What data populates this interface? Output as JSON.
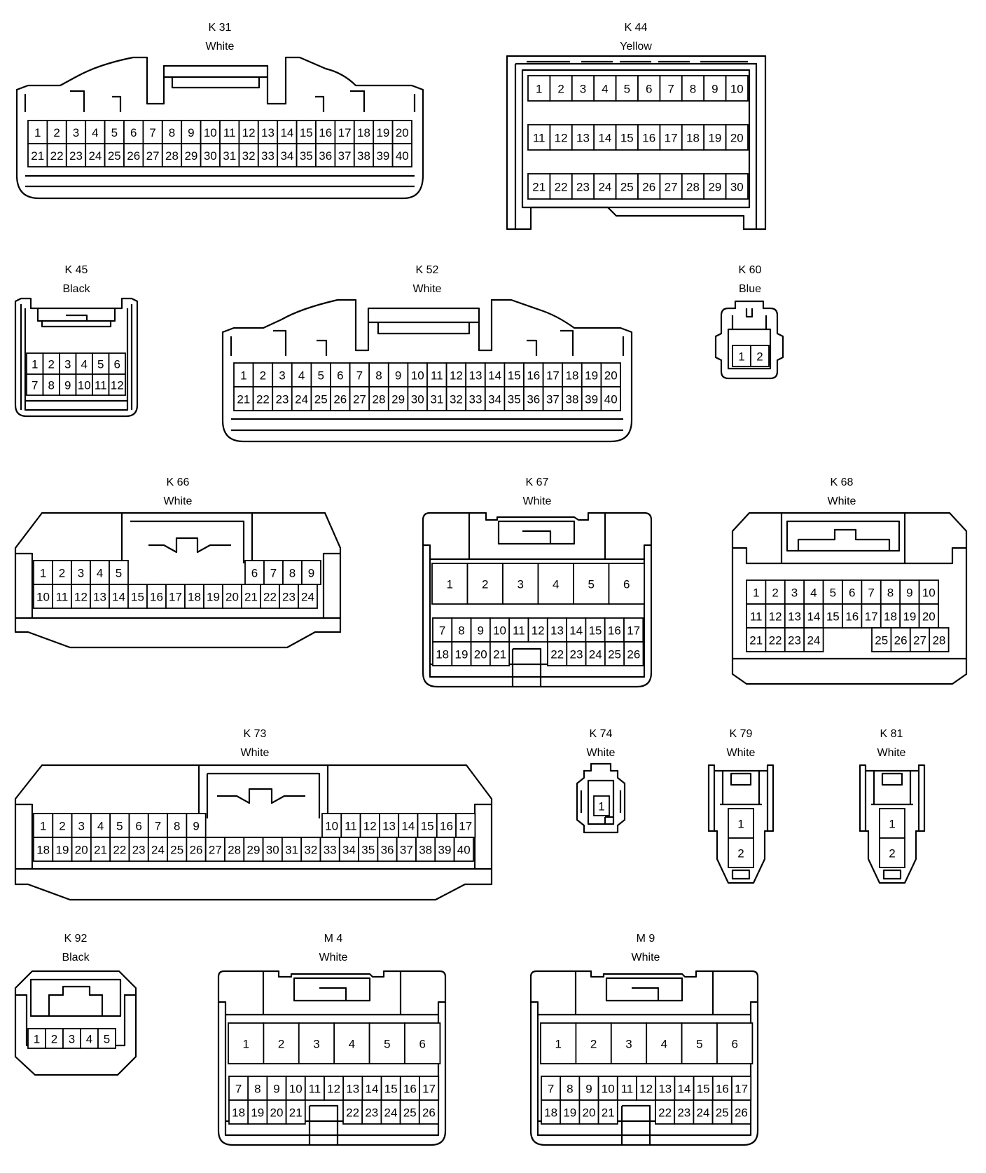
{
  "connectors": [
    {
      "id": "K31",
      "name": "K 31",
      "color": "White",
      "pins": 40,
      "layout": "40-narrow"
    },
    {
      "id": "K44",
      "name": "K 44",
      "color": "Yellow",
      "pins": 30,
      "layout": "3x10"
    },
    {
      "id": "K45",
      "name": "K 45",
      "color": "Black",
      "pins": 12,
      "layout": "2x6"
    },
    {
      "id": "K52",
      "name": "K 52",
      "color": "White",
      "pins": 40,
      "layout": "40-narrow"
    },
    {
      "id": "K60",
      "name": "K 60",
      "color": "Blue",
      "pins": 2,
      "layout": "1x2"
    },
    {
      "id": "K66",
      "name": "K 66",
      "color": "White",
      "pins": 24,
      "layout": "5+4 over 15"
    },
    {
      "id": "K67",
      "name": "K 67",
      "color": "White",
      "pins": 26,
      "layout": "6 large + 20"
    },
    {
      "id": "K68",
      "name": "K 68",
      "color": "White",
      "pins": 28,
      "layout": "10+10+8"
    },
    {
      "id": "K73",
      "name": "K 73",
      "color": "White",
      "pins": 40,
      "layout": "9+8 over 23"
    },
    {
      "id": "K74",
      "name": "K 74",
      "color": "White",
      "pins": 1,
      "layout": "1"
    },
    {
      "id": "K79",
      "name": "K 79",
      "color": "White",
      "pins": 2,
      "layout": "vertical 2"
    },
    {
      "id": "K81",
      "name": "K 81",
      "color": "White",
      "pins": 2,
      "layout": "vertical 2"
    },
    {
      "id": "K92",
      "name": "K 92",
      "color": "Black",
      "pins": 5,
      "layout": "1x5"
    },
    {
      "id": "M4",
      "name": "M 4",
      "color": "White",
      "pins": 26,
      "layout": "6 large + 20"
    },
    {
      "id": "M9",
      "name": "M 9",
      "color": "White",
      "pins": 26,
      "layout": "6 large + 20"
    }
  ]
}
